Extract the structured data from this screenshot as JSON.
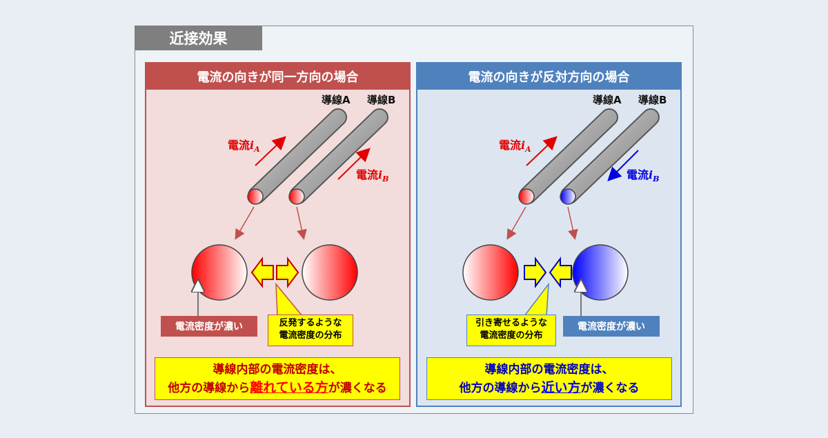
{
  "title": "近接効果",
  "left": {
    "header": "電流の向きが同一方向の場合",
    "wire_a": "導線A",
    "wire_b": "導線B",
    "current_a": "電流",
    "current_a_sub": "A",
    "current_b": "電流",
    "current_b_sub": "B",
    "current_sym": "i",
    "density_label": "電流密度が濃い",
    "callout_line1": "反発するような",
    "callout_line2": "電流密度の分布",
    "summary_line1": "導線内部の電流密度は、",
    "summary_pre": "他方の導線から",
    "summary_emph": "離れている方",
    "summary_post": "が濃くなる"
  },
  "right": {
    "header": "電流の向きが反対方向の場合",
    "wire_a": "導線A",
    "wire_b": "導線B",
    "current_a": "電流",
    "current_a_sub": "A",
    "current_b": "電流",
    "current_b_sub": "B",
    "current_sym": "i",
    "density_label": "電流密度が濃い",
    "callout_line1": "引き寄せるような",
    "callout_line2": "電流密度の分布",
    "summary_line1": "導線内部の電流密度は、",
    "summary_pre": "他方の導線から",
    "summary_emph": "近い方",
    "summary_post": "が濃くなる"
  },
  "colors": {
    "red": "#e00000",
    "blue": "#0000e0",
    "yellow": "#ffff00",
    "left_accent": "#c0504d",
    "right_accent": "#4f81bd"
  }
}
